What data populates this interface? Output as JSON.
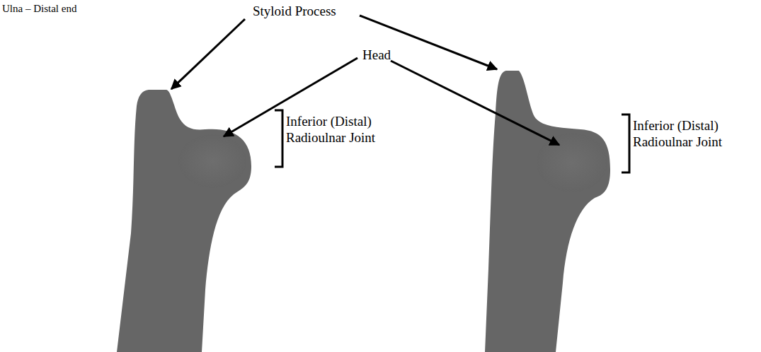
{
  "diagram": {
    "title": "Ulna – Distal end",
    "labels": [
      "Styloid Process",
      "Head",
      "Inferior (Distal) Radioulnar Joint",
      "Inferior (Distal) Radioulnar Joint"
    ]
  }
}
